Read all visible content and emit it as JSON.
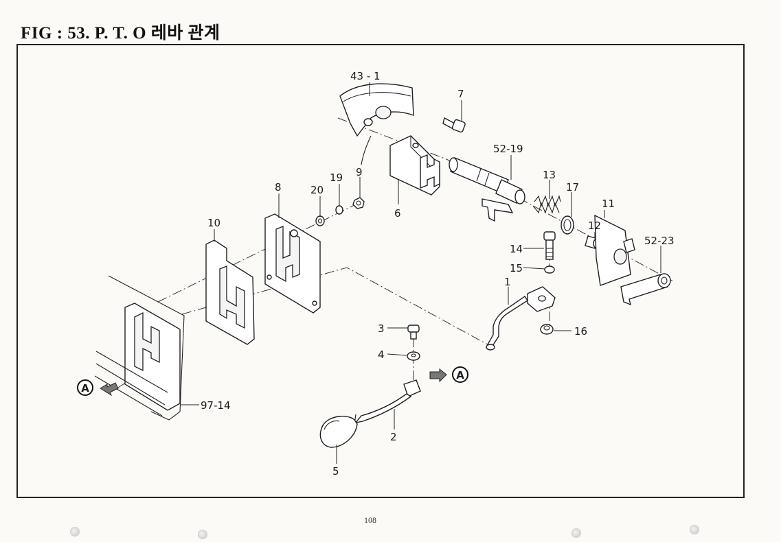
{
  "title": "FIG : 53.  P. T. O 레바 관계",
  "page_number": "108",
  "callouts": {
    "c43_1": "43 - 1",
    "c7": "7",
    "c52_19": "52-19",
    "c6": "6",
    "c13": "13",
    "c17": "17",
    "c11": "11",
    "c12": "12",
    "c52_23": "52-23",
    "c9": "9",
    "c19": "19",
    "c20": "20",
    "c8": "8",
    "c10": "10",
    "c14": "14",
    "c15": "15",
    "c1": "1",
    "c16": "16",
    "c3": "3",
    "c4": "4",
    "c2": "2",
    "c5": "5",
    "c97_14": "97-14"
  },
  "view_markers": {
    "left": "A",
    "right": "A"
  }
}
